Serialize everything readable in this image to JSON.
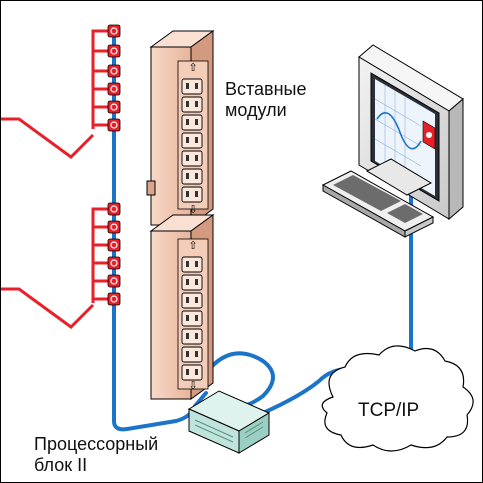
{
  "labels": {
    "plug_in_modules": [
      "Вставные",
      "модули"
    ],
    "processor_unit": [
      "Процессорный",
      "блок II"
    ],
    "network": "TCP/IP"
  },
  "colors": {
    "power_cable": "#e8202a",
    "network_cable": "#1b74c8",
    "module_body": "#f2c7b0",
    "processor_box": "#bfe4dc",
    "cloud": "#ffffff",
    "monitor_screen": "#a9c4e6",
    "outline": "#000000"
  },
  "icons": {
    "outlet_status": "power-status-icon",
    "arrow_up": "arrow-up-icon",
    "arrow_down": "arrow-down-icon"
  }
}
